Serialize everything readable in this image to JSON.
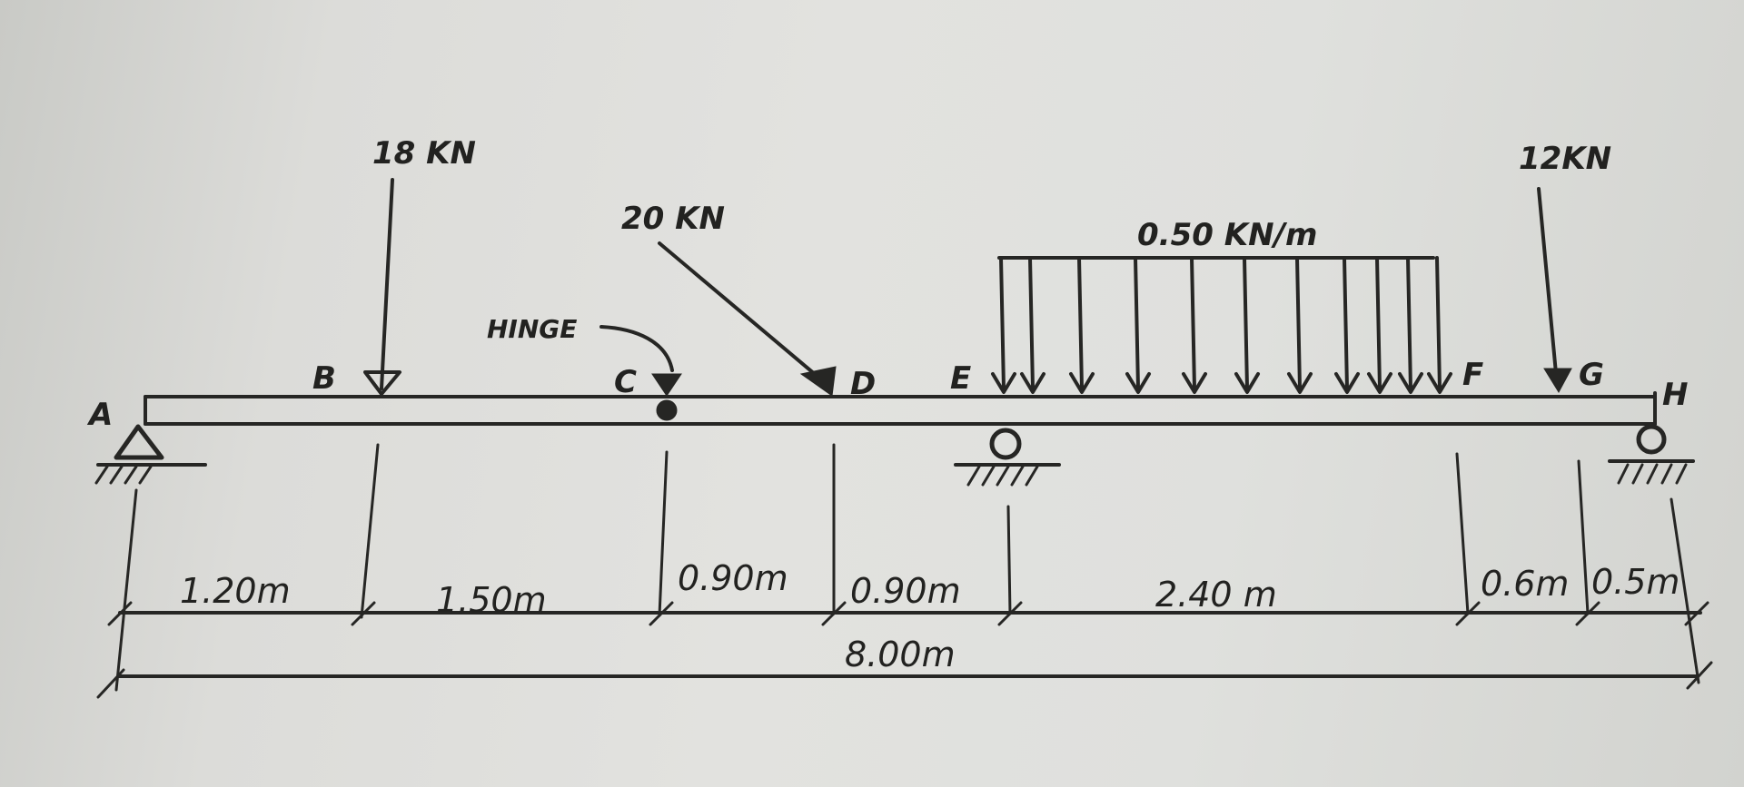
{
  "points": {
    "a": "A",
    "b": "B",
    "c": "C",
    "d": "D",
    "e": "E",
    "f": "F",
    "g": "G",
    "h": "H"
  },
  "loads": {
    "b_point": "18 KN",
    "d_inclined": "20 KN",
    "g_point": "12KN",
    "udl": "0.50 KN/m"
  },
  "notes": {
    "hinge": "HINGE"
  },
  "dimensions": {
    "ab": "1.20m",
    "bc": "1.50m",
    "cd": "0.90m",
    "de": "0.90m",
    "ef": "2.40 m",
    "fg": "0.6m",
    "gh": "0.5m",
    "total": "8.00m"
  },
  "colors": {
    "ink": "#262624",
    "paper": "#dfe0dd"
  }
}
